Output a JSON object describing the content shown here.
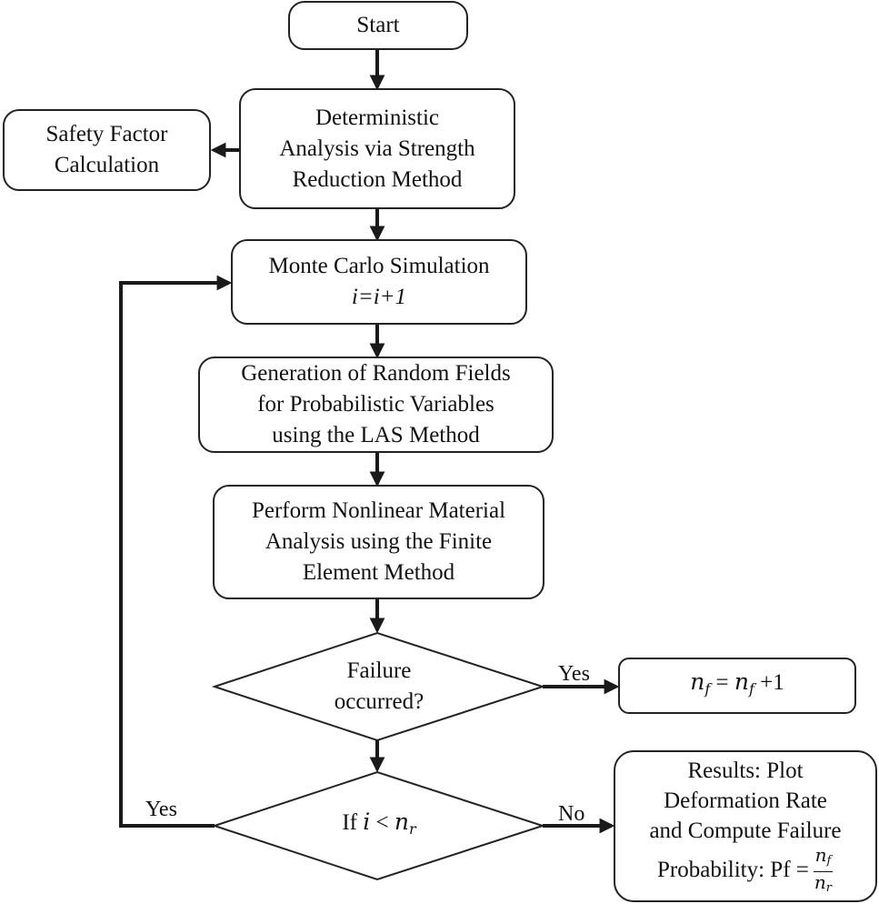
{
  "nodes": {
    "start": {
      "text": "Start"
    },
    "deterministic": {
      "lines": [
        "Deterministic",
        "Analysis via Strength",
        "Reduction Method"
      ]
    },
    "safety": {
      "lines": [
        "Safety Factor",
        "Calculation"
      ]
    },
    "monte_carlo": {
      "line1": "Monte Carlo Simulation",
      "line2": "i=i+1"
    },
    "random_fields": {
      "lines": [
        "Generation of Random Fields",
        "for Probabilistic Variables",
        "using the LAS Method"
      ]
    },
    "nonlinear": {
      "lines": [
        "Perform Nonlinear Material",
        "Analysis using the Finite",
        "Element Method"
      ]
    },
    "failure_decision": {
      "lines": [
        "Failure",
        "occurred?"
      ]
    },
    "counter": {
      "var": "n",
      "sub": "f",
      "eq": " = ",
      "var2": "n",
      "sub2": "f",
      "tail": " +1"
    },
    "loop_decision": {
      "prefix": "If ",
      "var": "i",
      "op": " < ",
      "var2": "n",
      "sub2": "r"
    },
    "results": {
      "lines": [
        "Results: Plot",
        "Deformation Rate",
        "and Compute Failure"
      ],
      "last_prefix": "Probability: Pf =",
      "frac_num_var": "n",
      "frac_num_sub": "f",
      "frac_den_var": "n",
      "frac_den_sub": "r"
    }
  },
  "edges": {
    "failure_yes": "Yes",
    "loop_yes": "Yes",
    "loop_no": "No"
  }
}
